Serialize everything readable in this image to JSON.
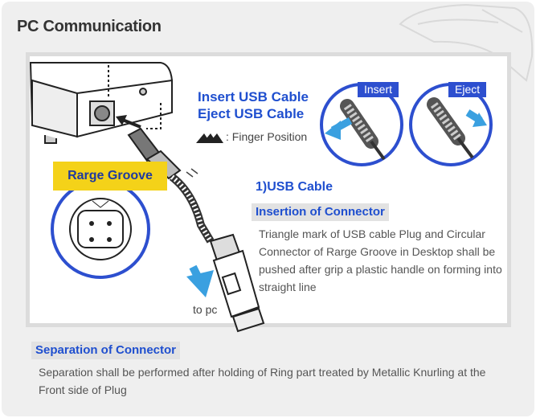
{
  "page": {
    "title": "PC Communication"
  },
  "diagram": {
    "heading_insert": "Insert USB Cable",
    "heading_eject": "Eject USB Cable",
    "finger_label": ": Finger Position",
    "callout": "Rarge Groove",
    "badge_insert": "Insert",
    "badge_eject": "Eject",
    "to_pc": "to pc"
  },
  "usb_section": {
    "title": "1)USB Cable",
    "insertion_heading": "Insertion of Connector",
    "insertion_text": "Triangle mark of USB cable Plug and Circular Connector of Rarge Groove in Desktop shall be pushed after grip a plastic handle on forming into straight line"
  },
  "separation": {
    "heading": "Separation of Connector",
    "text": "Separation shall be performed after holding of Ring part treated by Metallic Knurling at the Front side of Plug"
  },
  "colors": {
    "accent_blue": "#2d4fcf",
    "callout_yellow": "#f4d219",
    "arrow_blue": "#3aa0e0"
  },
  "icons": [
    "finger-position-icon",
    "insert-arrow-icon",
    "eject-arrow-icon",
    "down-arrow-icon"
  ]
}
